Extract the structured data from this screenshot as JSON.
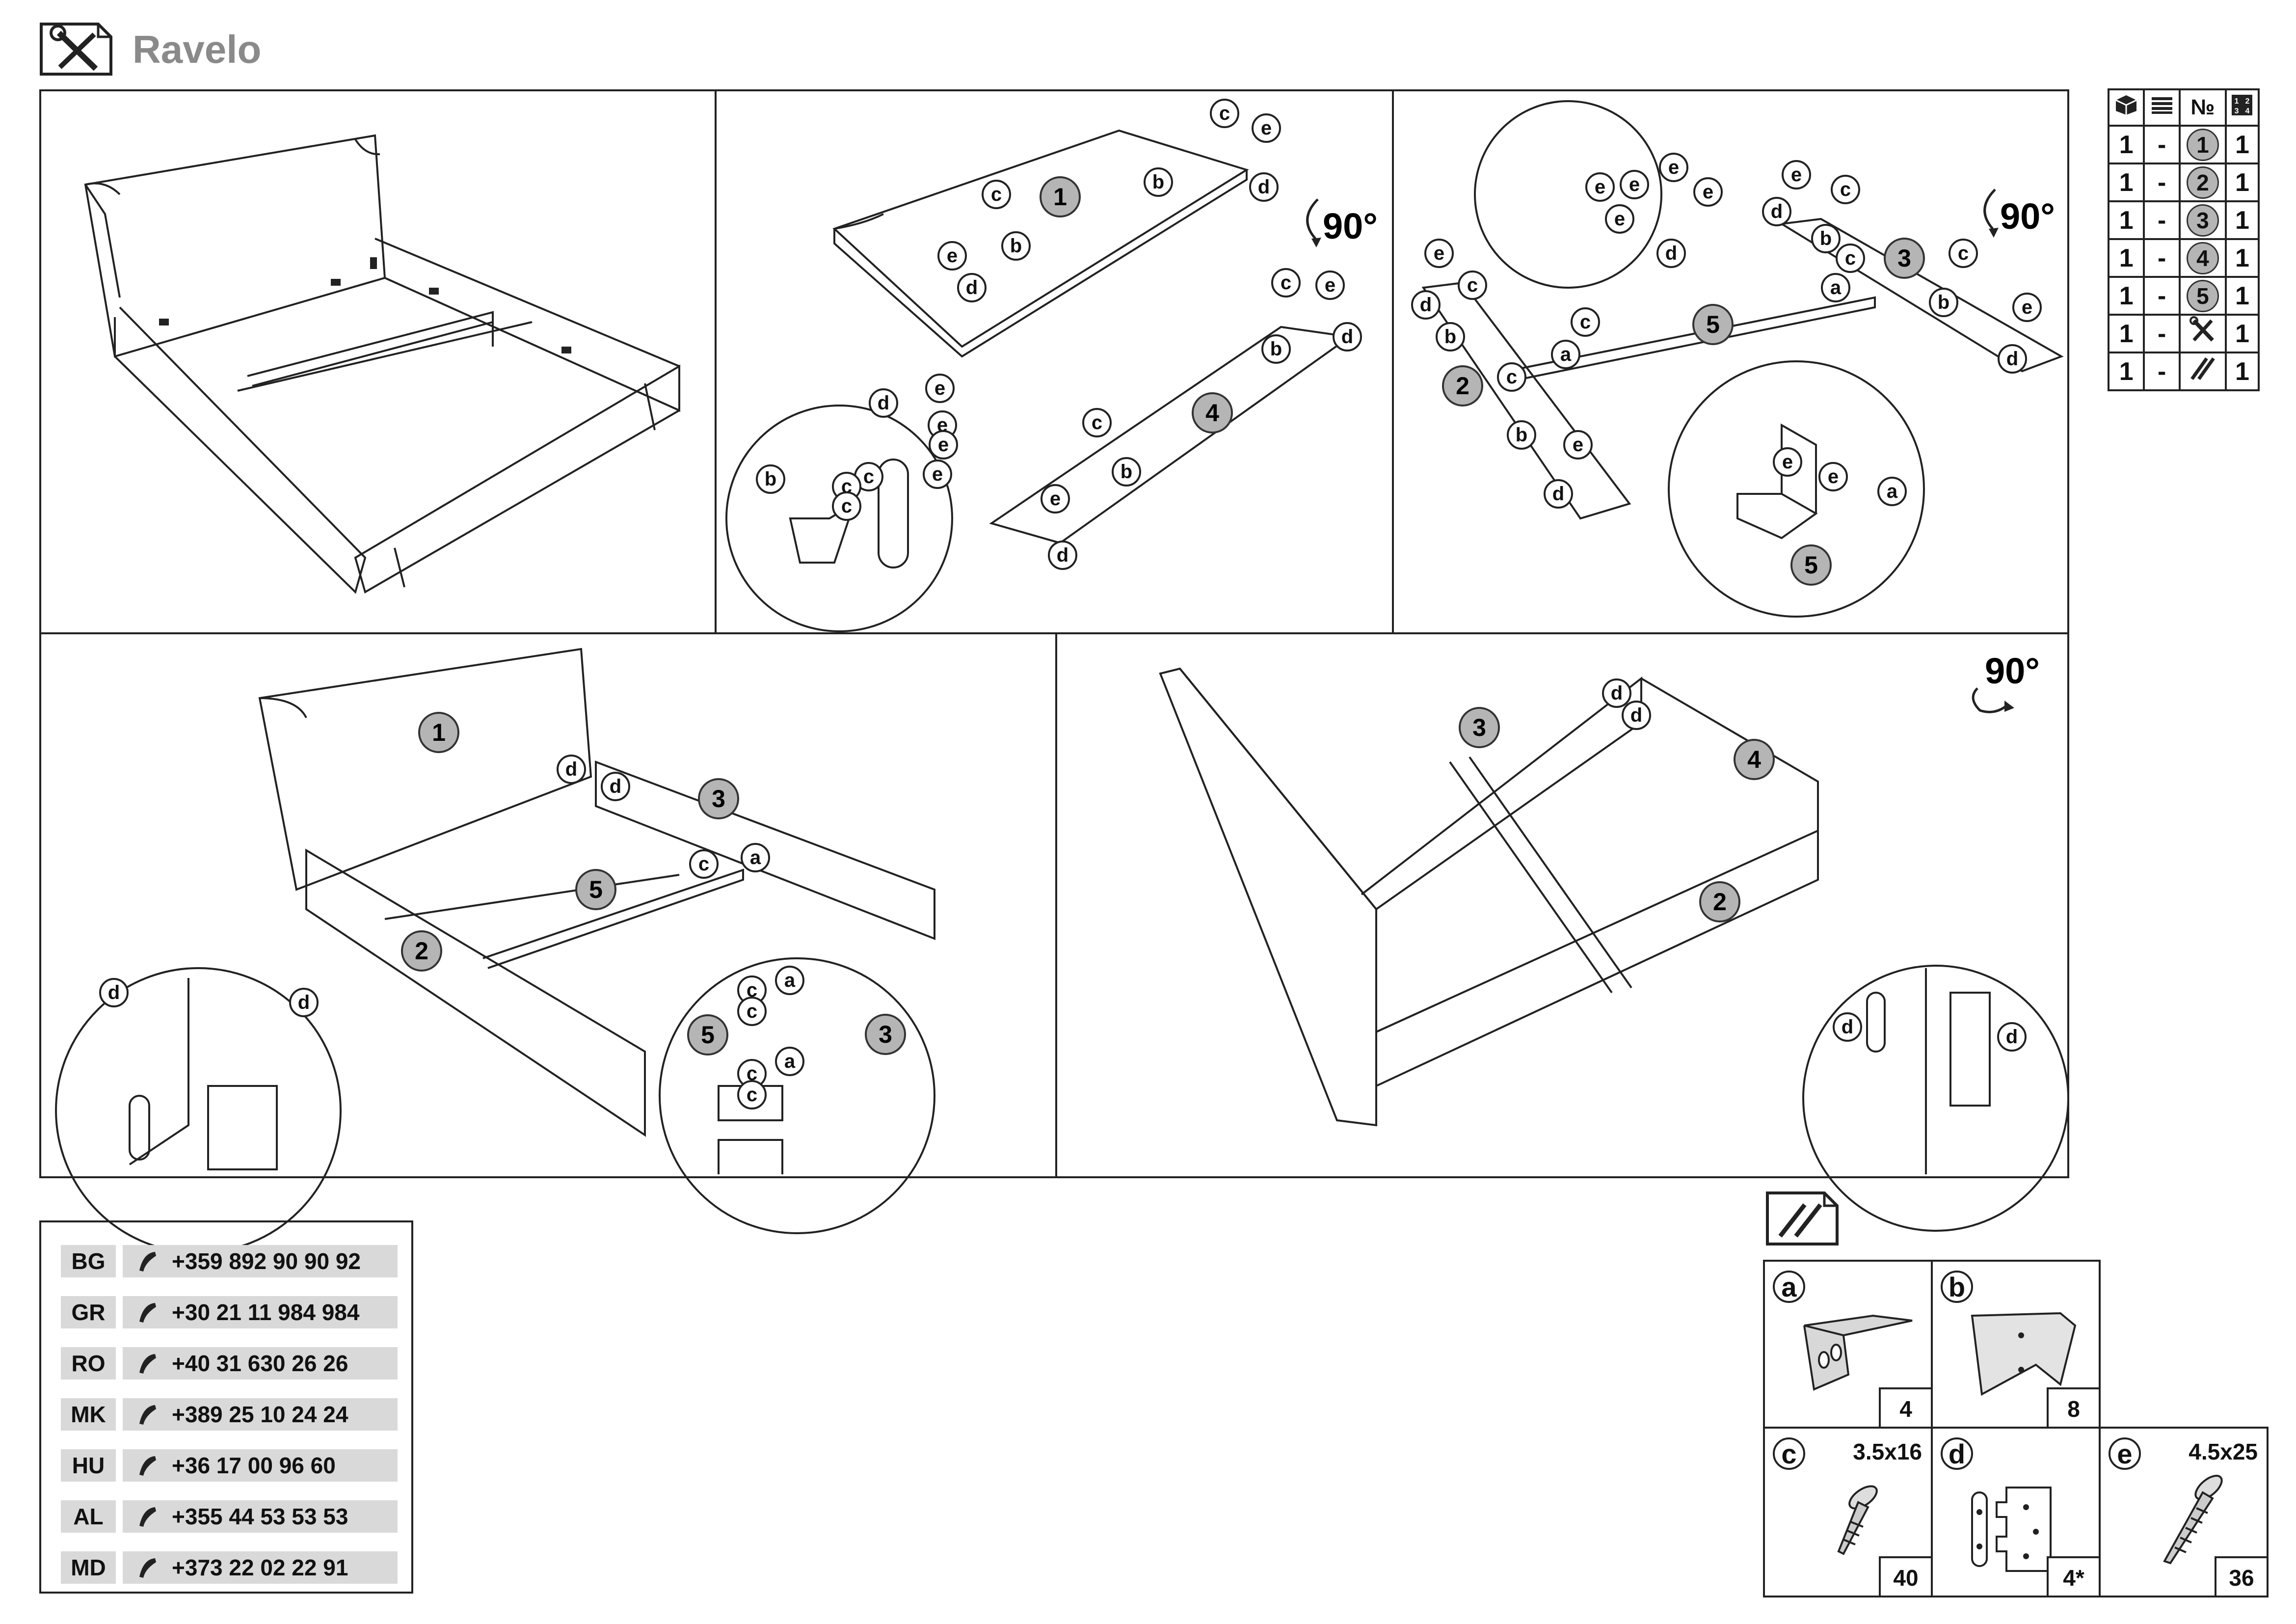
{
  "header": {
    "title": "Ravelo",
    "icon": "tools-icon"
  },
  "steps": {
    "step2_rotate": "90°",
    "step3_rotate": "90°",
    "step5_rotate": "90°",
    "callouts": {
      "a": "a",
      "b": "b",
      "c": "c",
      "d": "d",
      "e": "e"
    },
    "parts": [
      "1",
      "2",
      "3",
      "4",
      "5"
    ]
  },
  "parts_table": {
    "headers": [
      "box-icon",
      "stack-icon",
      "№",
      "grid-icon"
    ],
    "header_no": "№",
    "rows": [
      {
        "qty_box": "1",
        "dash": "-",
        "part": "1",
        "qty": "1"
      },
      {
        "qty_box": "1",
        "dash": "-",
        "part": "2",
        "qty": "1"
      },
      {
        "qty_box": "1",
        "dash": "-",
        "part": "3",
        "qty": "1"
      },
      {
        "qty_box": "1",
        "dash": "-",
        "part": "4",
        "qty": "1"
      },
      {
        "qty_box": "1",
        "dash": "-",
        "part": "5",
        "qty": "1"
      },
      {
        "qty_box": "1",
        "dash": "-",
        "part_icon": "tools-icon",
        "qty": "1"
      },
      {
        "qty_box": "1",
        "dash": "-",
        "part_icon": "screws-icon",
        "qty": "1"
      }
    ]
  },
  "contacts": [
    {
      "code": "BG",
      "phone": "+359 892 90 90 92"
    },
    {
      "code": "GR",
      "phone": "+30 21 11 984 984"
    },
    {
      "code": "RO",
      "phone": "+40 31 630 26 26"
    },
    {
      "code": "MK",
      "phone": "+389 25 10 24 24"
    },
    {
      "code": "HU",
      "phone": "+36 17 00 96 60"
    },
    {
      "code": "AL",
      "phone": "+355 44 53 53 53"
    },
    {
      "code": "MD",
      "phone": "+373 22 02 22 91"
    }
  ],
  "hardware": {
    "icon": "screws-icon",
    "items": [
      {
        "letter": "a",
        "size": "",
        "qty": "4"
      },
      {
        "letter": "b",
        "size": "",
        "qty": "8"
      },
      {
        "letter": "c",
        "size": "3.5x16",
        "qty": "40"
      },
      {
        "letter": "d",
        "size": "",
        "qty": "4*"
      },
      {
        "letter": "e",
        "size": "4.5x25",
        "qty": "36"
      }
    ]
  }
}
